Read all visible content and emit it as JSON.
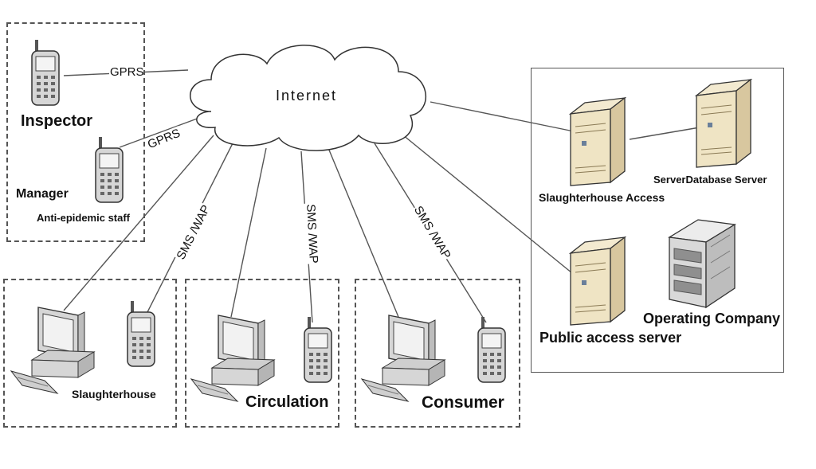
{
  "cloud": {
    "label": "Internet"
  },
  "links": {
    "gprs_1": "GPRS",
    "gprs_2": "GPRS",
    "smswap_1": "SMS /WAP",
    "smswap_2": "SMS /WAP",
    "smswap_3": "SMS /WAP"
  },
  "groups": {
    "top_left": {
      "inspector": "Inspector",
      "manager": "Manager",
      "anti_epidemic": "Anti-epidemic staff"
    },
    "slaughterhouse": {
      "label": "Slaughterhouse"
    },
    "circulation": {
      "label": "Circulation"
    },
    "consumer": {
      "label": "Consumer"
    },
    "server_panel": {
      "slaughterhouse_access": "Slaughterhouse Access",
      "server_database": "ServerDatabase Server",
      "public_access": "Public access server",
      "operating_company": "Operating Company"
    }
  },
  "icons": {
    "phone": "mobile-phone-icon",
    "computer": "desktop-computer-icon",
    "server": "server-tower-icon",
    "rack": "server-rack-icon",
    "cloud": "cloud-icon"
  },
  "colors": {
    "server": "#efe4c4",
    "server_dark": "#d8c79f",
    "device": "#d6d6d6",
    "line": "#555555"
  }
}
